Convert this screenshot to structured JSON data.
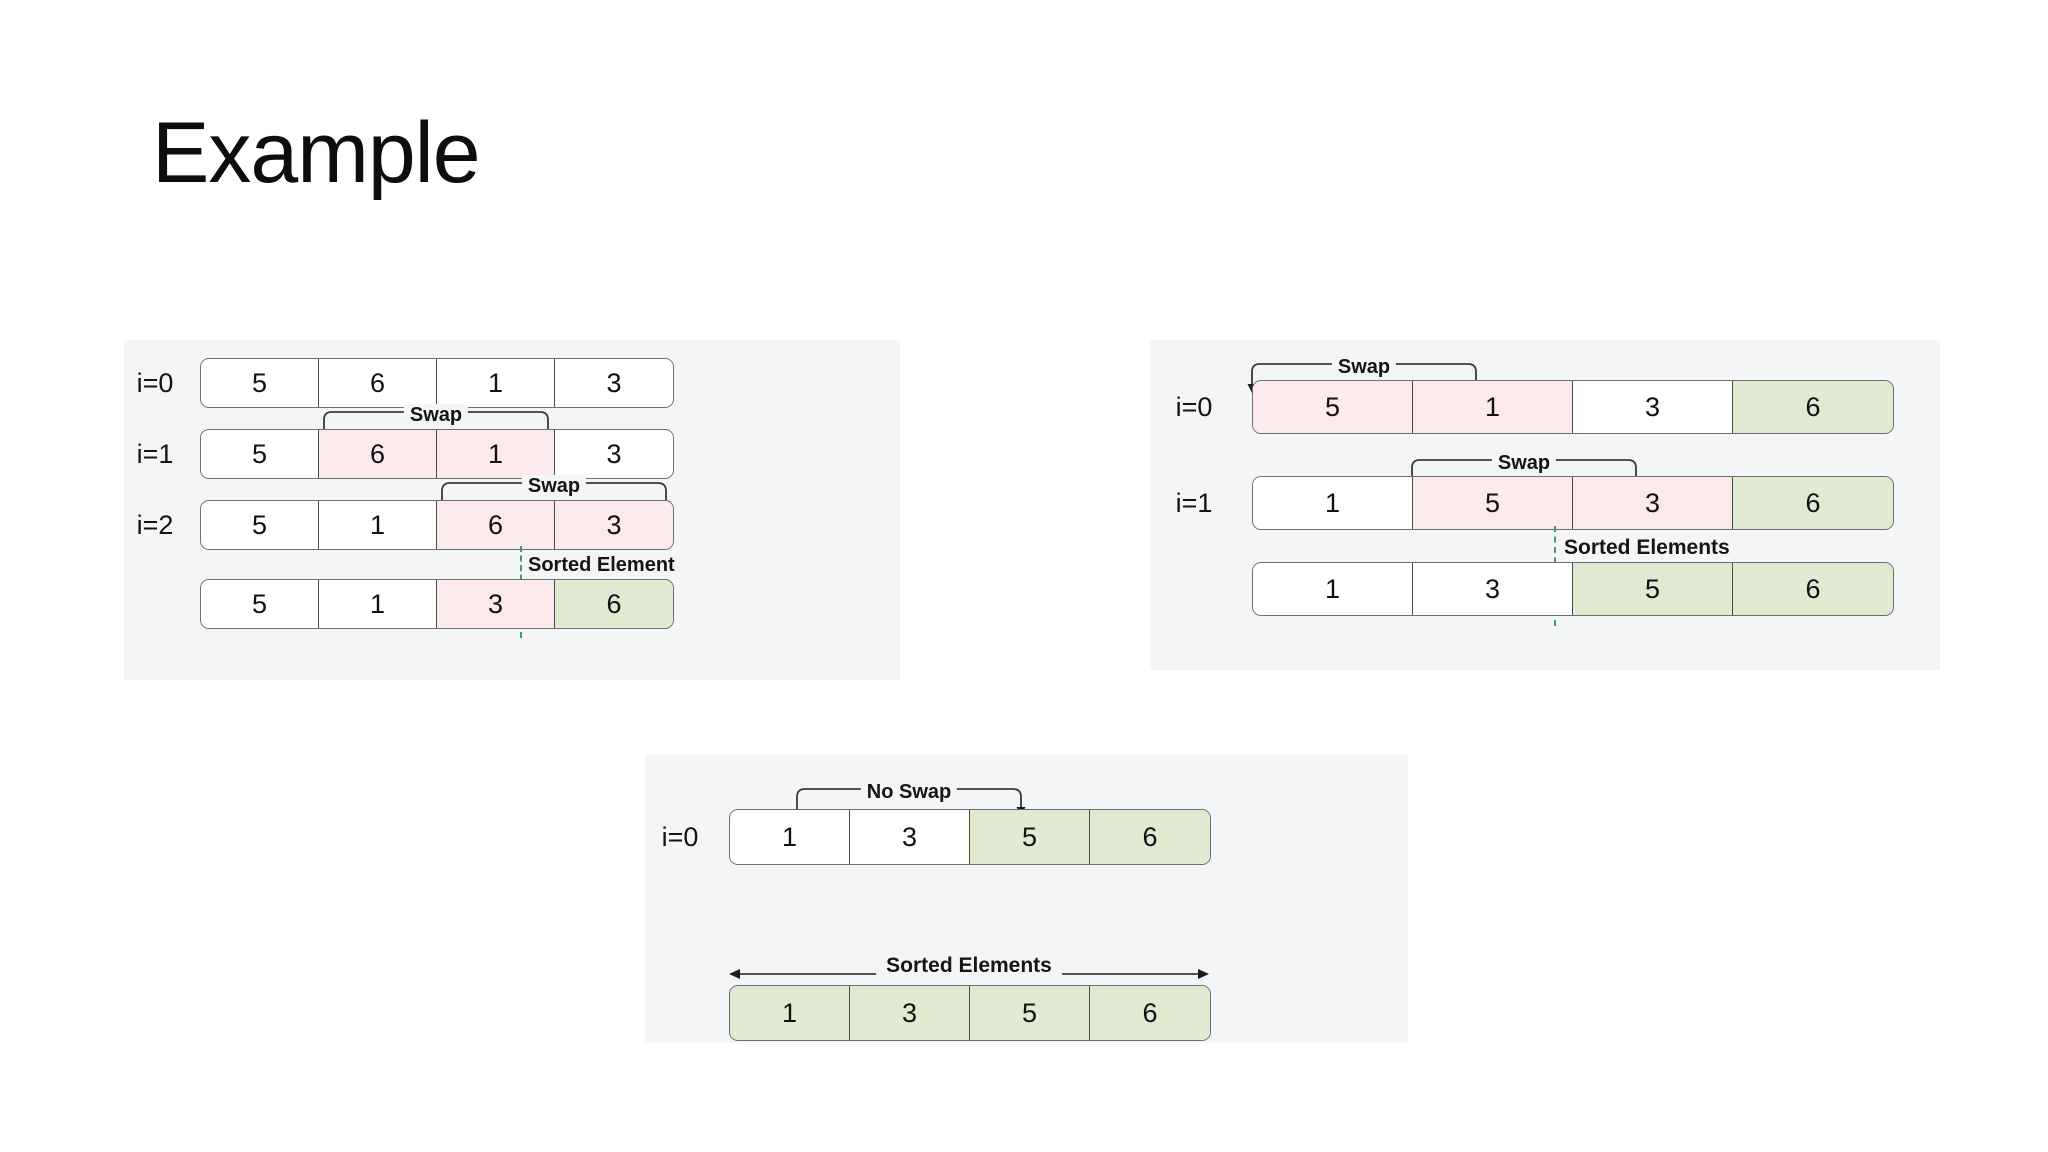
{
  "slide": {
    "title": "Example",
    "background_color": "#ffffff"
  },
  "colors": {
    "panel_background": "#f4f5f7",
    "cell_default": "#ffffff",
    "cell_compare_pink": "#fbe9ec",
    "cell_sorted_green": "#e0ead0",
    "cell_border": "#4a4a4a",
    "divider_dashed": "#3c9a7d",
    "text": "#111111"
  },
  "labels": {
    "swap": "Swap",
    "no_swap": "No Swap",
    "sorted_element": "Sorted Element",
    "sorted_elements": "Sorted Elements"
  },
  "panels": [
    {
      "id": "pass-1",
      "rows": [
        {
          "label": "i=0",
          "values": [
            "5",
            "6",
            "1",
            "3"
          ],
          "states": [
            "default",
            "default",
            "default",
            "default"
          ]
        },
        {
          "label": "i=1",
          "values": [
            "5",
            "6",
            "1",
            "3"
          ],
          "states": [
            "default",
            "pink",
            "pink",
            "default"
          ],
          "annotation": "Swap",
          "annotation_from": 1,
          "annotation_to": 2
        },
        {
          "label": "i=2",
          "values": [
            "5",
            "1",
            "6",
            "3"
          ],
          "states": [
            "default",
            "default",
            "pink",
            "pink"
          ],
          "annotation": "Swap",
          "annotation_from": 2,
          "annotation_to": 3
        },
        {
          "label": "",
          "values": [
            "5",
            "1",
            "3",
            "6"
          ],
          "states": [
            "default",
            "default",
            "pink",
            "green"
          ],
          "sorted_label": "Sorted Element",
          "sorted_from": 3
        }
      ]
    },
    {
      "id": "pass-2",
      "rows": [
        {
          "label": "i=0",
          "values": [
            "5",
            "1",
            "3",
            "6"
          ],
          "states": [
            "pink",
            "pink",
            "default",
            "green"
          ],
          "annotation": "Swap",
          "annotation_from": 0,
          "annotation_to": 1
        },
        {
          "label": "i=1",
          "values": [
            "1",
            "5",
            "3",
            "6"
          ],
          "states": [
            "default",
            "pink",
            "pink",
            "green"
          ],
          "annotation": "Swap",
          "annotation_from": 1,
          "annotation_to": 2
        },
        {
          "label": "",
          "values": [
            "1",
            "3",
            "5",
            "6"
          ],
          "states": [
            "default",
            "default",
            "green",
            "green"
          ],
          "sorted_label": "Sorted Elements",
          "sorted_from": 2
        }
      ]
    },
    {
      "id": "pass-3",
      "rows": [
        {
          "label": "i=0",
          "values": [
            "1",
            "3",
            "5",
            "6"
          ],
          "states": [
            "default",
            "default",
            "green",
            "green"
          ],
          "annotation": "No Swap",
          "annotation_from": 0,
          "annotation_to": 1
        },
        {
          "label": "",
          "values": [
            "1",
            "3",
            "5",
            "6"
          ],
          "states": [
            "green",
            "green",
            "green",
            "green"
          ],
          "span_label": "Sorted Elements"
        }
      ]
    }
  ]
}
